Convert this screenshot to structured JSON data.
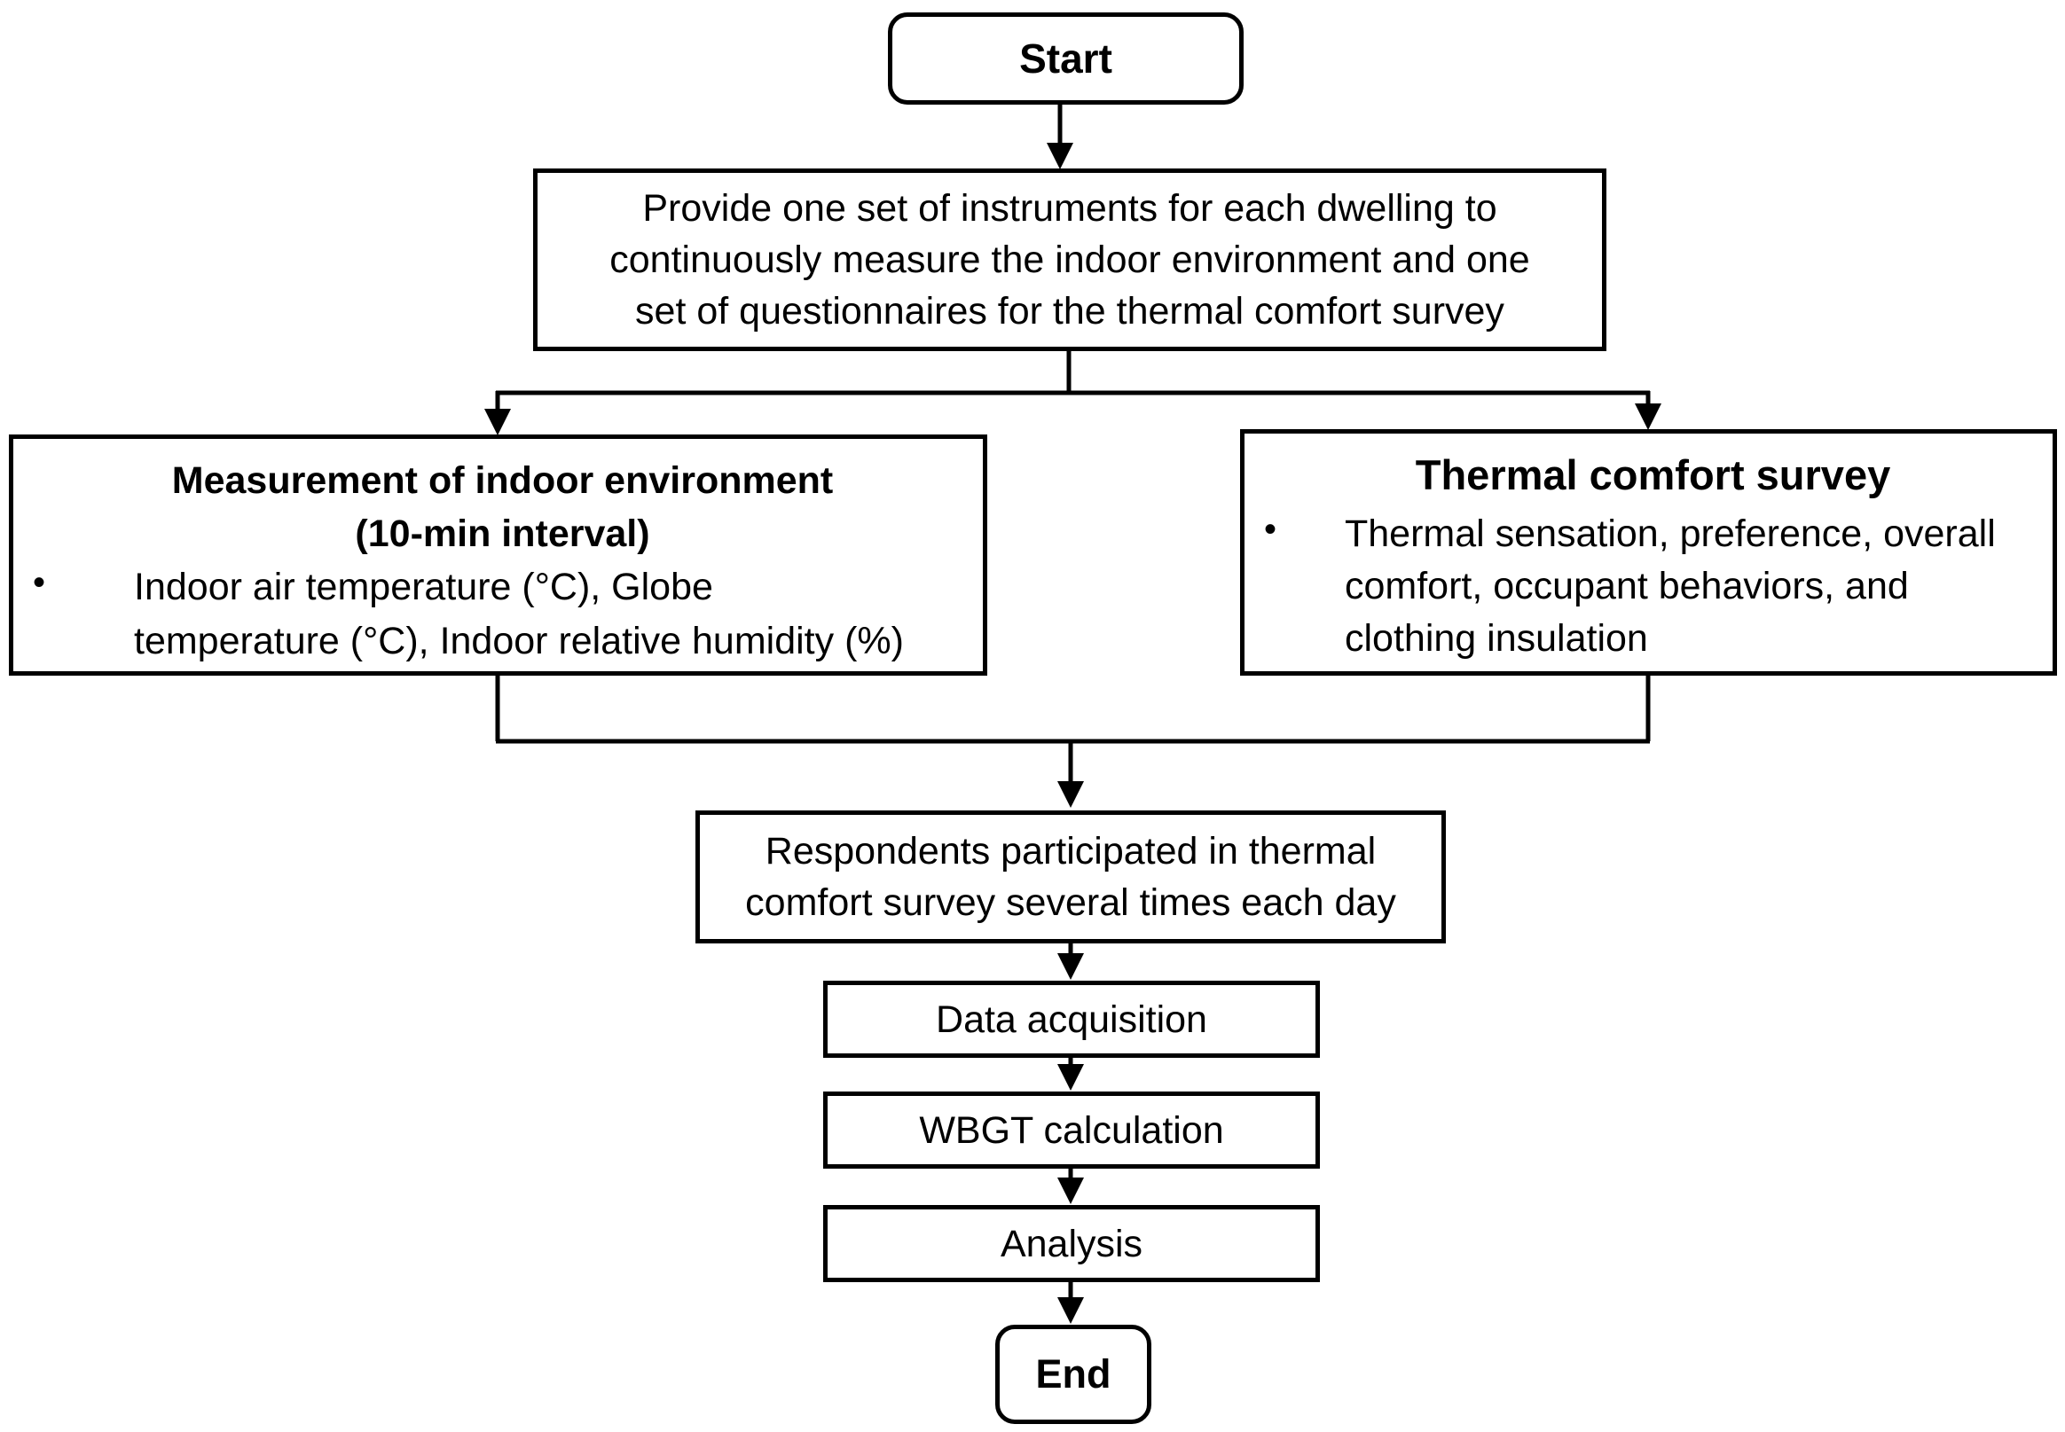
{
  "start": "Start",
  "step1": {
    "lines": [
      "Provide one set of instruments for each dwelling to",
      "continuously measure the indoor environment and one",
      "set of questionnaires for the thermal comfort survey"
    ]
  },
  "measurement": {
    "title_line1": "Measurement of indoor environment",
    "title_line2": "(10-min interval)",
    "bullet_symbol": "•",
    "bullet_line1": "Indoor air temperature (°C), Globe",
    "bullet_line2": "temperature (°C), Indoor relative humidity (%)"
  },
  "survey": {
    "title": "Thermal comfort survey",
    "bullet_symbol": "•",
    "bullet_line1": "Thermal sensation, preference, overall",
    "bullet_line2": "comfort, occupant behaviors, and",
    "bullet_line3": "clothing insulation"
  },
  "respondents": {
    "line1": "Respondents participated in thermal",
    "line2": "comfort survey several times each day"
  },
  "data_acquisition": "Data acquisition",
  "wbgt": "WBGT calculation",
  "analysis": "Analysis",
  "end": "End"
}
